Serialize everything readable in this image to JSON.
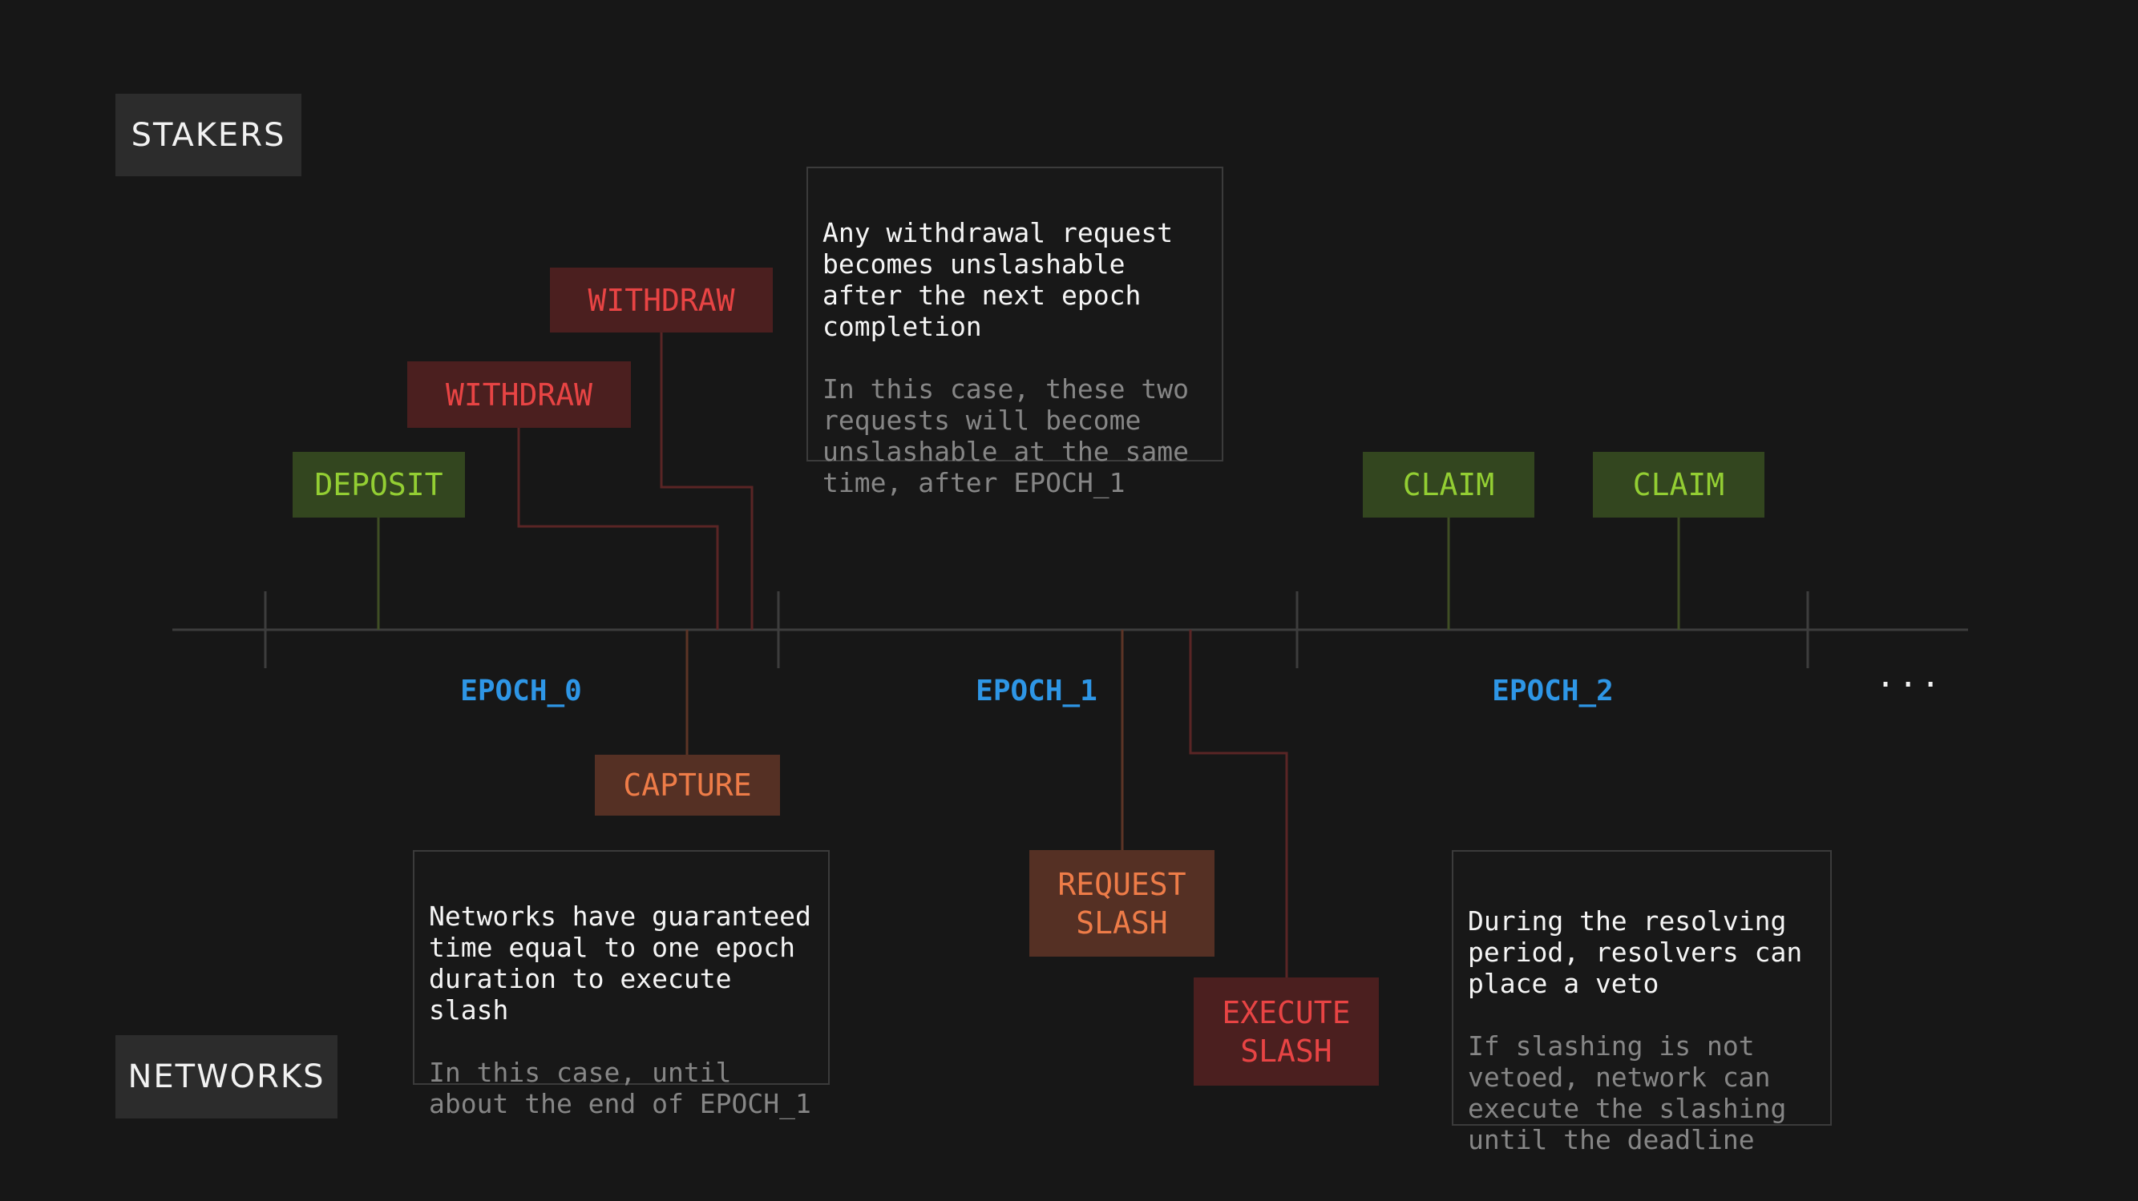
{
  "roles": {
    "stakers": "STAKERS",
    "networks": "NETWORKS"
  },
  "events": {
    "deposit": "DEPOSIT",
    "withdraw_1": "WITHDRAW",
    "withdraw_2": "WITHDRAW",
    "claim_1": "CLAIM",
    "claim_2": "CLAIM",
    "capture": "CAPTURE",
    "request_slash": [
      "REQUEST",
      "SLASH"
    ],
    "execute_slash": [
      "EXECUTE",
      "SLASH"
    ]
  },
  "epochs": [
    "EPOCH_0",
    "EPOCH_1",
    "EPOCH_2"
  ],
  "continuation": "···",
  "notes": {
    "withdrawal": {
      "main": "Any withdrawal request\nbecomes unslashable\nafter the next epoch\ncompletion",
      "sub": "In this case, these two\nrequests will become\nunslashable at the same\ntime, after EPOCH_1"
    },
    "guarantee": {
      "main": "Networks have guaranteed\ntime equal to one epoch\nduration to execute\nslash",
      "sub": "In this case, until\nabout the end of EPOCH_1"
    },
    "veto": {
      "main": "During the resolving\nperiod, resolvers can\nplace a veto",
      "sub": "If slashing is not\nvetoed, network can\nexecute the slashing\nuntil the deadline"
    }
  },
  "colors": {
    "background": "#171717",
    "green": "#93ce33",
    "red": "#e84444",
    "orange": "#ee7c48",
    "epoch_blue": "#2e96e6"
  }
}
